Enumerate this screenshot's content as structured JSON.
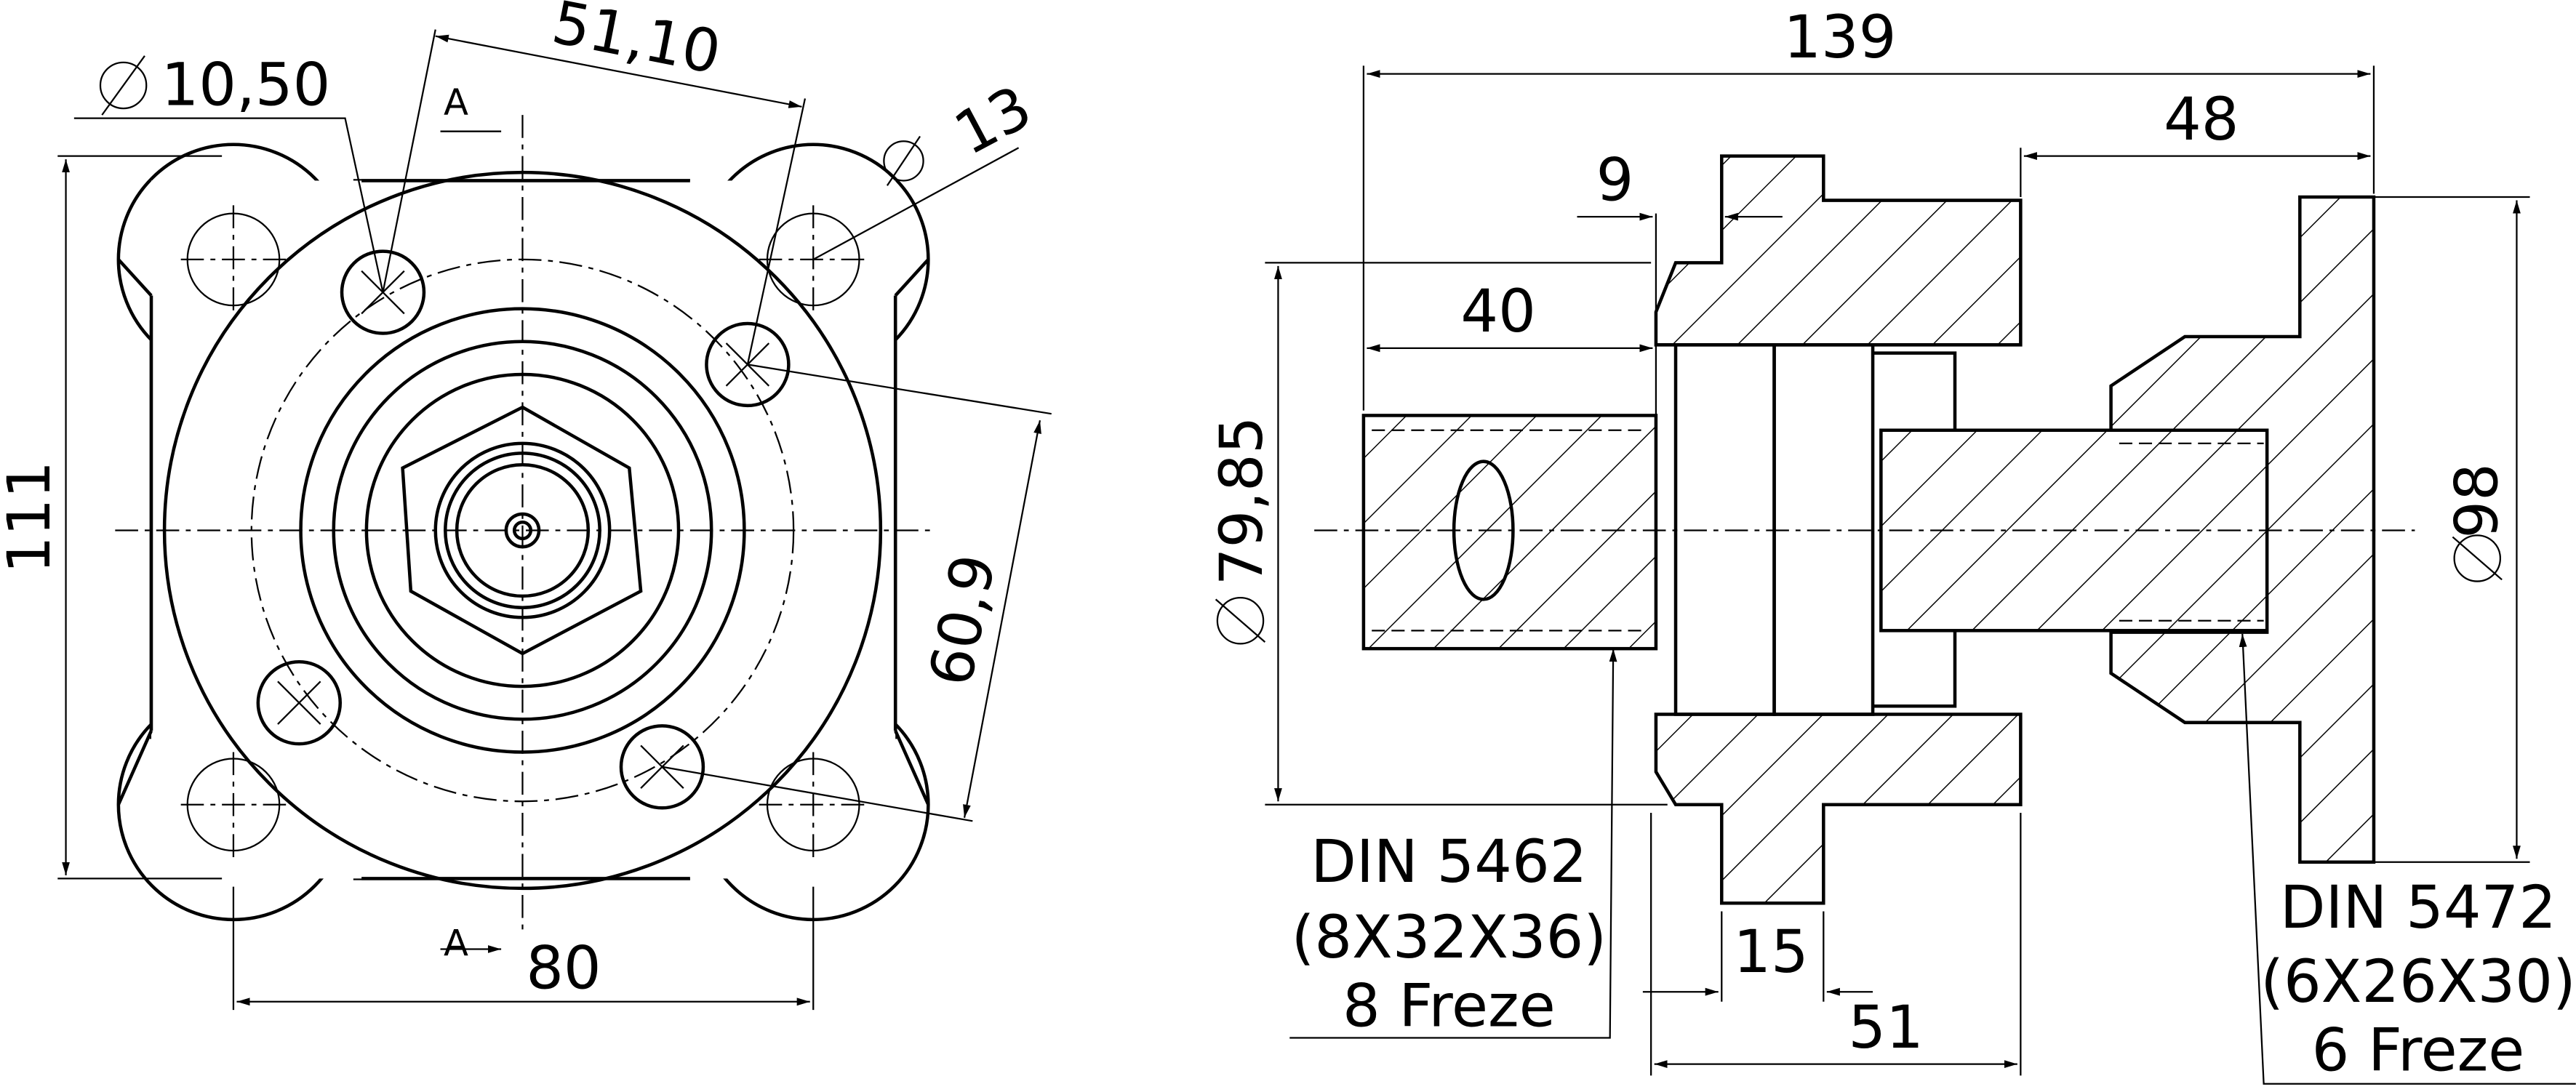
{
  "front_view": {
    "section_mark_top": "A",
    "section_mark_bottom": "A",
    "dim_hole_diameter": "10,50",
    "dim_bolt_spacing_diag": "51,10",
    "dim_bolt_hole": "13",
    "dim_height": "111",
    "dim_width": "80",
    "dim_side": "60,9"
  },
  "section_view": {
    "dim_total_length": "139",
    "dim_right_part": "48",
    "dim_step": "9",
    "dim_shaft_length": "40",
    "dim_diameter_left": "79,85",
    "dim_diameter_right": "98",
    "dim_flange": "15",
    "dim_hub": "51",
    "spline_left": {
      "standard": "DIN 5462",
      "size": "(8X32X36)",
      "count": "8 Freze"
    },
    "spline_right": {
      "standard": "DIN 5472",
      "size": "(6X26X30)",
      "count": "6 Freze"
    }
  },
  "colors": {
    "line": "#000000",
    "background": "#ffffff"
  }
}
